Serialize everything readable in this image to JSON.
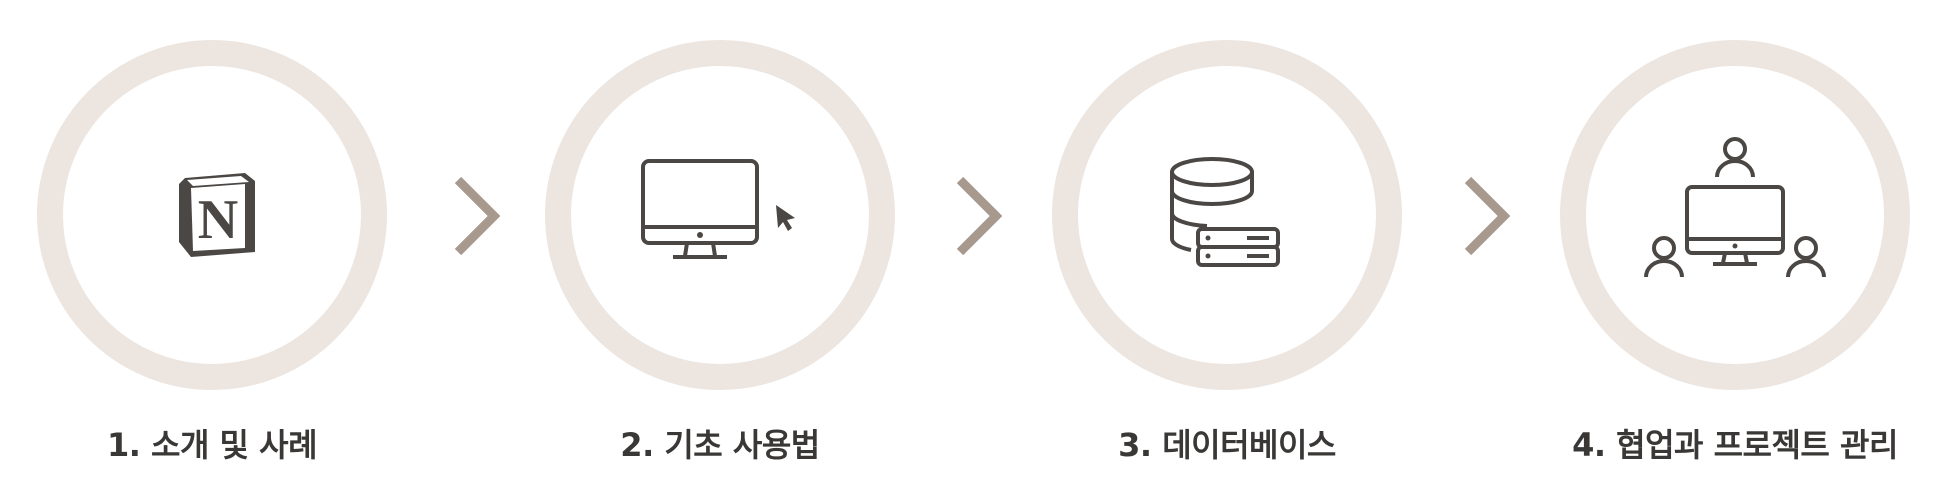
{
  "steps": [
    {
      "label": "1. 소개 및 사례",
      "icon": "notion-logo-icon"
    },
    {
      "label": "2. 기초 사용법",
      "icon": "monitor-cursor-icon"
    },
    {
      "label": "3. 데이터베이스",
      "icon": "database-server-icon"
    },
    {
      "label": "4. 협업과 프로젝트 관리",
      "icon": "team-collaboration-icon"
    }
  ],
  "colors": {
    "ring": "#ece5e0",
    "chevron": "#a8998e",
    "icon": "#4a4744",
    "label": "#3a3836"
  }
}
